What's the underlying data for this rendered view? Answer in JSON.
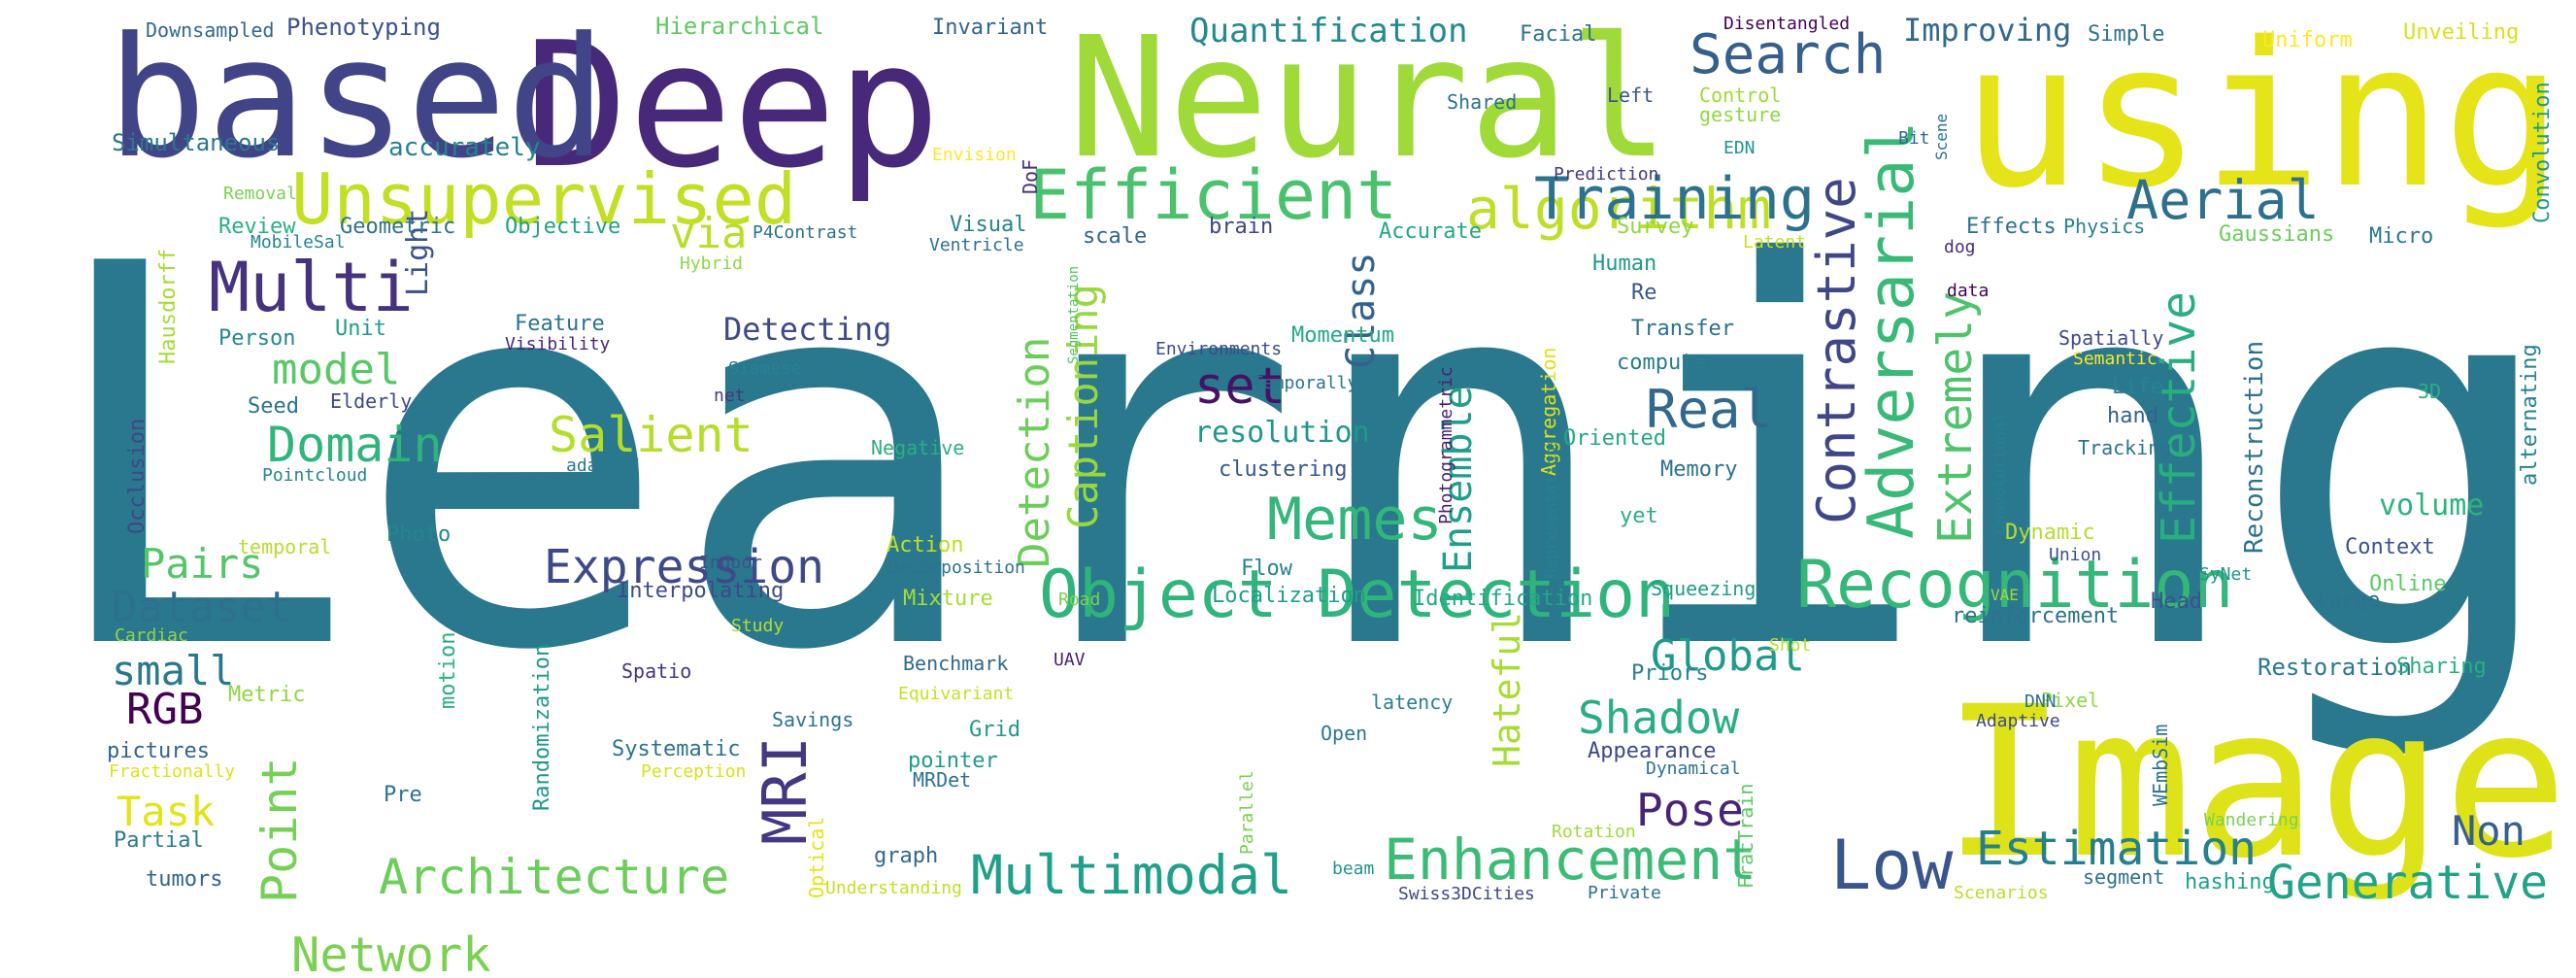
{
  "words": [
    {
      "text": "Learning",
      "color": "#2a788e"
    },
    {
      "text": "Network",
      "color": "#7ad151"
    },
    {
      "text": "Deep",
      "color": "#482878"
    },
    {
      "text": "Image",
      "color": "#dde318"
    },
    {
      "text": "Neural",
      "color": "#a0da39"
    },
    {
      "text": "using",
      "color": "#e5e419"
    },
    {
      "text": "based",
      "color": "#414487"
    },
    {
      "text": "Object Detection",
      "color": "#2fb47c"
    },
    {
      "text": "Recognition",
      "color": "#35b779"
    },
    {
      "text": "Unsupervised",
      "color": "#c2df23"
    },
    {
      "text": "Efficient",
      "color": "#4ac16d"
    },
    {
      "text": "algorithm",
      "color": "#bddf26"
    },
    {
      "text": "Adversarial",
      "color": "#38b977"
    },
    {
      "text": "Training",
      "color": "#2c728e"
    },
    {
      "text": "Search",
      "color": "#355f8d"
    },
    {
      "text": "Aerial",
      "color": "#2d708e"
    },
    {
      "text": "Multi",
      "color": "#46327e"
    },
    {
      "text": "Enhancement",
      "color": "#3bbb75"
    },
    {
      "text": "Multimodal",
      "color": "#1fa088"
    },
    {
      "text": "Low",
      "color": "#39568c"
    },
    {
      "text": "Architecture",
      "color": "#6ccd5a"
    },
    {
      "text": "Generative",
      "color": "#20a386"
    },
    {
      "text": "Expression",
      "color": "#3e4989"
    },
    {
      "text": "Memes",
      "color": "#32b67a"
    },
    {
      "text": "Real",
      "color": "#31688e"
    },
    {
      "text": "Salient",
      "color": "#b5de2b"
    },
    {
      "text": "Domain",
      "color": "#2fb47c"
    },
    {
      "text": "Estimation",
      "color": "#277f8e"
    },
    {
      "text": "Contrastive",
      "color": "#3f4788"
    },
    {
      "text": "Extremely",
      "color": "#4ec36b"
    },
    {
      "text": "Effective",
      "color": "#29af7f"
    },
    {
      "text": "Captioning",
      "color": "#98d83e"
    },
    {
      "text": "Detection",
      "color": "#6ccd5a"
    },
    {
      "text": "Ensemble",
      "color": "#1f9e89"
    },
    {
      "text": "Point",
      "color": "#75d054"
    },
    {
      "text": "MRI",
      "color": "#453781"
    },
    {
      "text": "Pose",
      "color": "#482475"
    },
    {
      "text": "Shadow",
      "color": "#29af7f"
    },
    {
      "text": "Global",
      "color": "#1e9b8a"
    },
    {
      "text": "Hateful",
      "color": "#a8db34"
    },
    {
      "text": "Dataset",
      "color": "#2d708e"
    },
    {
      "text": "Pairs",
      "color": "#54c568"
    },
    {
      "text": "small",
      "color": "#2a788e"
    },
    {
      "text": "RGB",
      "color": "#440154"
    },
    {
      "text": "Task",
      "color": "#e2e418"
    },
    {
      "text": "model",
      "color": "#58c765"
    },
    {
      "text": "set",
      "color": "#471164"
    },
    {
      "text": "via",
      "color": "#b8de29"
    },
    {
      "text": "Class",
      "color": "#33638d"
    },
    {
      "text": "Non",
      "color": "#355f8d"
    },
    {
      "text": "Quantification",
      "color": "#23898e"
    },
    {
      "text": "Improving",
      "color": "#31688e"
    },
    {
      "text": "Light",
      "color": "#3b528b"
    },
    {
      "text": "Detecting",
      "color": "#3e4a89"
    },
    {
      "text": "resolution",
      "color": "#1f988b"
    },
    {
      "text": "Reconstruction",
      "color": "#2c728e"
    },
    {
      "text": "volume",
      "color": "#2eb37c"
    },
    {
      "text": "Phenotyping",
      "color": "#3b528b"
    },
    {
      "text": "Hierarchical",
      "color": "#5ec962"
    },
    {
      "text": "Invariant",
      "color": "#33638d"
    },
    {
      "text": "Facial",
      "color": "#2c728e"
    },
    {
      "text": "Simple",
      "color": "#2c728e"
    },
    {
      "text": "Uniform",
      "color": "#fde725"
    },
    {
      "text": "Unveiling",
      "color": "#d8e219"
    },
    {
      "text": "Downsampled",
      "color": "#31688e"
    },
    {
      "text": "Disentangled",
      "color": "#440154"
    },
    {
      "text": "Simultaneous",
      "color": "#2a788e"
    },
    {
      "text": "accurately",
      "color": "#26828e"
    },
    {
      "text": "Shared",
      "color": "#2c728e"
    },
    {
      "text": "Left",
      "color": "#39568c"
    },
    {
      "text": "Control",
      "color": "#a0da39"
    },
    {
      "text": "gesture",
      "color": "#8fd744"
    },
    {
      "text": "DoF",
      "color": "#46337e"
    },
    {
      "text": "Envision",
      "color": "#fde725"
    },
    {
      "text": "Removal",
      "color": "#7ad151"
    },
    {
      "text": "Prediction",
      "color": "#453882"
    },
    {
      "text": "EDN",
      "color": "#1f958b"
    },
    {
      "text": "Bit",
      "color": "#31688e"
    },
    {
      "text": "Scene",
      "color": "#2c728e"
    },
    {
      "text": "Convolution",
      "color": "#1f988b"
    },
    {
      "text": "Review",
      "color": "#29af7f"
    },
    {
      "text": "Geometric",
      "color": "#2c728e"
    },
    {
      "text": "Objective",
      "color": "#1fa088"
    },
    {
      "text": "P4Contrast",
      "color": "#2c728e"
    },
    {
      "text": "Visual",
      "color": "#26828e"
    },
    {
      "text": "Ventricle",
      "color": "#2c728e"
    },
    {
      "text": "scale",
      "color": "#32648e"
    },
    {
      "text": "brain",
      "color": "#414487"
    },
    {
      "text": "Survey",
      "color": "#8fd744"
    },
    {
      "text": "Effects",
      "color": "#2c728e"
    },
    {
      "text": "Physics",
      "color": "#26828e"
    },
    {
      "text": "Accurate",
      "color": "#22a884"
    },
    {
      "text": "Latent",
      "color": "#c8e020"
    },
    {
      "text": "Gaussians",
      "color": "#6ccd5a"
    },
    {
      "text": "Micro",
      "color": "#2a788e"
    },
    {
      "text": "MobileSal",
      "color": "#25848e"
    },
    {
      "text": "Hybrid",
      "color": "#8fd744"
    },
    {
      "text": "Hausdorff",
      "color": "#a8db34"
    },
    {
      "text": "Human",
      "color": "#1f9a8a"
    },
    {
      "text": "Re",
      "color": "#38598c"
    },
    {
      "text": "dog",
      "color": "#472d7b"
    },
    {
      "text": "data",
      "color": "#440154"
    },
    {
      "text": "Person",
      "color": "#23898e"
    },
    {
      "text": "Unit",
      "color": "#1f9e89"
    },
    {
      "text": "Feature",
      "color": "#2c728e"
    },
    {
      "text": "Visibility",
      "color": "#482878"
    },
    {
      "text": "Momentum",
      "color": "#22a884"
    },
    {
      "text": "Environments",
      "color": "#3e4989"
    },
    {
      "text": "Transfer",
      "color": "#2c728e"
    },
    {
      "text": "computer",
      "color": "#287c8e"
    },
    {
      "text": "Spatially",
      "color": "#3e4989"
    },
    {
      "text": "Semantic",
      "color": "#fde725"
    },
    {
      "text": "Seed",
      "color": "#2c728e"
    },
    {
      "text": "Elderly",
      "color": "#3e4989"
    },
    {
      "text": "Siamese",
      "color": "#25848e"
    },
    {
      "text": "net",
      "color": "#453781"
    },
    {
      "text": "Segmentation",
      "color": "#54c568"
    },
    {
      "text": "Temporally",
      "color": "#2c728e"
    },
    {
      "text": "Photogrammetric",
      "color": "#481f70"
    },
    {
      "text": "Aggregation",
      "color": "#dde318"
    },
    {
      "text": "Life",
      "color": "#25858e"
    },
    {
      "text": "hand",
      "color": "#33638d"
    },
    {
      "text": "Convolutional",
      "color": "#26828e"
    },
    {
      "text": "3D",
      "color": "#2ab07f"
    },
    {
      "text": "alternating",
      "color": "#26828e"
    },
    {
      "text": "Occlusion",
      "color": "#3f4788"
    },
    {
      "text": "Pointcloud",
      "color": "#25858e"
    },
    {
      "text": "adapted",
      "color": "#2a788e"
    },
    {
      "text": "Negative",
      "color": "#2ab07f"
    },
    {
      "text": "clustering",
      "color": "#39568c"
    },
    {
      "text": "Oriented",
      "color": "#22a884"
    },
    {
      "text": "Memory",
      "color": "#2c728e"
    },
    {
      "text": "Representations",
      "color": "#26828e"
    },
    {
      "text": "Tracking",
      "color": "#2c728e"
    },
    {
      "text": "temporal",
      "color": "#b5de2b"
    },
    {
      "text": "Photo",
      "color": "#25858e"
    },
    {
      "text": "Indoor",
      "color": "#3b528b"
    },
    {
      "text": "Flow",
      "color": "#25858e"
    },
    {
      "text": "yet",
      "color": "#2ab07f"
    },
    {
      "text": "Dynamic",
      "color": "#b5de2b"
    },
    {
      "text": "Union",
      "color": "#3b528b"
    },
    {
      "text": "SyNet",
      "color": "#1f958b"
    },
    {
      "text": "Context",
      "color": "#3b528b"
    },
    {
      "text": "Online",
      "color": "#5ec962"
    },
    {
      "text": "Action",
      "color": "#bddf26"
    },
    {
      "text": "Decomposition",
      "color": "#2c728e"
    },
    {
      "text": "Interpolating",
      "color": "#3e4989"
    },
    {
      "text": "Localization",
      "color": "#1f9e89"
    },
    {
      "text": "Identification",
      "color": "#22a884"
    },
    {
      "text": "Squeezing",
      "color": "#1f9e89"
    },
    {
      "text": "VAE",
      "color": "#a0da39"
    },
    {
      "text": "large",
      "color": "#2c728e"
    },
    {
      "text": "Head",
      "color": "#3b528b"
    },
    {
      "text": "reinforcement",
      "color": "#2c728e"
    },
    {
      "text": "Mixture",
      "color": "#a8db34"
    },
    {
      "text": "Road",
      "color": "#7ad151"
    },
    {
      "text": "Cardiac",
      "color": "#8fd744"
    },
    {
      "text": "Study",
      "color": "#b5de2b"
    },
    {
      "text": "motion",
      "color": "#2ab07f"
    },
    {
      "text": "Randomization",
      "color": "#1f9a8a"
    },
    {
      "text": "Spatio",
      "color": "#46337e"
    },
    {
      "text": "Benchmark",
      "color": "#31688e"
    },
    {
      "text": "UAV",
      "color": "#481f70"
    },
    {
      "text": "Shot",
      "color": "#b8de29"
    },
    {
      "text": "Priors",
      "color": "#26828e"
    },
    {
      "text": "Restoration",
      "color": "#2a788e"
    },
    {
      "text": "Sharing",
      "color": "#29af7f"
    },
    {
      "text": "Metric",
      "color": "#8fd744"
    },
    {
      "text": "Equivariant",
      "color": "#c8e020"
    },
    {
      "text": "latency",
      "color": "#26828e"
    },
    {
      "text": "Pixel",
      "color": "#8fd744"
    },
    {
      "text": "DNN",
      "color": "#2c728e"
    },
    {
      "text": "pictures",
      "color": "#33638d"
    },
    {
      "text": "Savings",
      "color": "#2c728e"
    },
    {
      "text": "Grid",
      "color": "#1f988b"
    },
    {
      "text": "Open",
      "color": "#2a788e"
    },
    {
      "text": "Adaptive",
      "color": "#3e4989"
    },
    {
      "text": "WEmbSim",
      "color": "#2c728e"
    },
    {
      "text": "Fractionally",
      "color": "#dde318"
    },
    {
      "text": "Systematic",
      "color": "#2c728e"
    },
    {
      "text": "pointer",
      "color": "#1f9a8a"
    },
    {
      "text": "MRDet",
      "color": "#2c728e"
    },
    {
      "text": "Perception",
      "color": "#d8e219"
    },
    {
      "text": "Parallel",
      "color": "#7ad151"
    },
    {
      "text": "Appearance",
      "color": "#3e4989"
    },
    {
      "text": "Dynamical",
      "color": "#2c728e"
    },
    {
      "text": "FracTrain",
      "color": "#5ec962"
    },
    {
      "text": "Pre",
      "color": "#2c728e"
    },
    {
      "text": "Partial",
      "color": "#2a788e"
    },
    {
      "text": "tumors",
      "color": "#33638d"
    },
    {
      "text": "graph",
      "color": "#31688e"
    },
    {
      "text": "Optical",
      "color": "#e2e418"
    },
    {
      "text": "Understanding",
      "color": "#c2df23"
    },
    {
      "text": "beam",
      "color": "#1f958b"
    },
    {
      "text": "Rotation",
      "color": "#a0da39"
    },
    {
      "text": "Swiss3DCities",
      "color": "#3e4989"
    },
    {
      "text": "Private",
      "color": "#2c728e"
    },
    {
      "text": "Scenarios",
      "color": "#b8de29"
    },
    {
      "text": "segment",
      "color": "#2c728e"
    },
    {
      "text": "hashing",
      "color": "#1fa088"
    },
    {
      "text": "Wandering",
      "color": "#7ad151"
    }
  ]
}
